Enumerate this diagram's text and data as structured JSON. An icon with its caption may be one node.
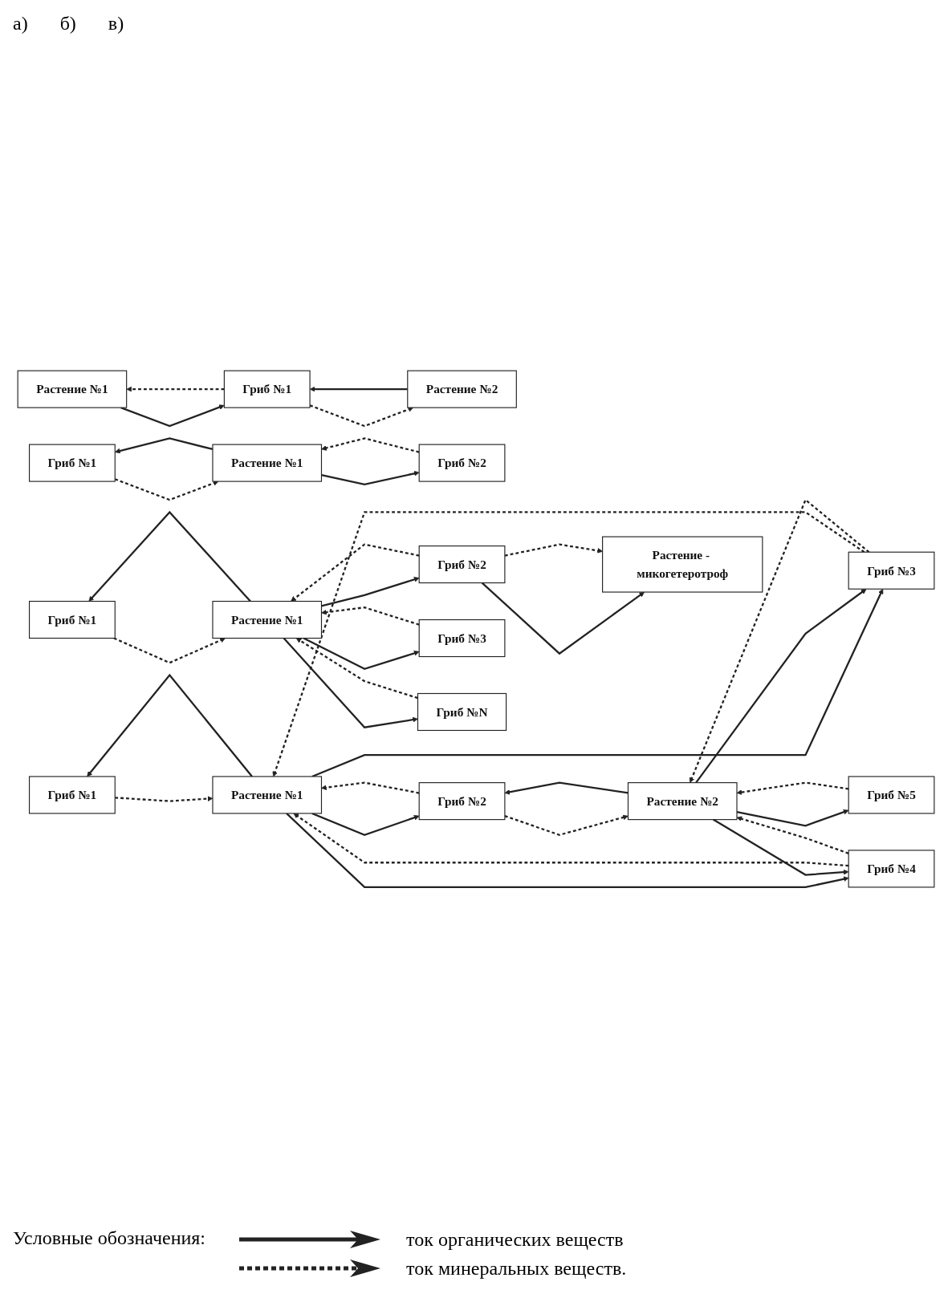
{
  "diagram": {
    "nodes": [
      {
        "text": [
          "Растение №1"
        ]
      },
      {
        "text": [
          "Гриб №1"
        ]
      },
      {
        "text": [
          "Растение №2"
        ]
      },
      {
        "text": [
          "Гриб №1"
        ]
      },
      {
        "text": [
          "Растение №1"
        ]
      },
      {
        "text": [
          "Гриб №2"
        ]
      },
      {
        "text": [
          "Гриб №1"
        ]
      },
      {
        "text": [
          "Гриб №2"
        ]
      },
      {
        "text": [
          "Растение №1"
        ]
      },
      {
        "text": [
          "Гриб №3"
        ]
      },
      {
        "text": [
          "Растение №2"
        ]
      },
      {
        "text": [
          "Гриб №4"
        ]
      },
      {
        "text": [
          "Гриб №5"
        ]
      },
      {
        "text": [
          "Гриб №1"
        ]
      },
      {
        "text": [
          "Гриб №2"
        ]
      },
      {
        "text": [
          "Растение №1"
        ]
      },
      {
        "text": [
          "Гриб №3"
        ]
      },
      {
        "text": [
          "Растение - микогетеротроф"
        ]
      },
      {
        "text": [
          "Гриб №N"
        ]
      }
    ],
    "edges": [
      {
        "from": 0,
        "to": 1,
        "arrow": "to"
      },
      {
        "from": 1,
        "to": 0,
        "arrow": "to",
        "style": "dashed"
      },
      {
        "from": 1,
        "to": 2,
        "arrow": "to",
        "style": "dashed"
      },
      {
        "from": 2,
        "to": 1,
        "arrow": "to"
      },
      {
        "from": 4,
        "to": 3,
        "arrow": "to"
      },
      {
        "from": 3,
        "to": 4,
        "arrow": "to",
        "style": "dashed"
      },
      {
        "from": 4,
        "to": 5,
        "arrow": "to"
      },
      {
        "from": 5,
        "to": 4,
        "arrow": "to",
        "style": "dashed"
      },
      {
        "from": 8,
        "to": 6,
        "arrow": "to"
      },
      {
        "from": 6,
        "to": 8,
        "arrow": "to",
        "style": "dashed"
      },
      {
        "from": 8,
        "to": 7,
        "arrow": "to"
      },
      {
        "from": 7,
        "to": 8,
        "arrow": "to",
        "style": "dashed"
      },
      {
        "from": 8,
        "to": 9,
        "arrow": "to"
      },
      {
        "from": 9,
        "to": 8,
        "arrow": "to",
        "style": "dashed"
      },
      {
        "from": 8,
        "to": 11,
        "arrow": "to"
      },
      {
        "from": 11,
        "to": 8,
        "arrow": "to",
        "style": "dashed"
      },
      {
        "from": 10,
        "to": 7,
        "arrow": "to"
      },
      {
        "from": 7,
        "to": 10,
        "arrow": "to",
        "style": "dashed"
      },
      {
        "from": 10,
        "to": 9,
        "arrow": "to"
      },
      {
        "from": 9,
        "to": 10,
        "arrow": "to",
        "style": "dashed"
      },
      {
        "from": 10,
        "to": 11,
        "arrow": "to"
      },
      {
        "from": 11,
        "to": 10,
        "arrow": "to",
        "style": "dashed"
      },
      {
        "from": 10,
        "to": 12,
        "arrow": "to"
      },
      {
        "from": 12,
        "to": 10,
        "arrow": "to",
        "style": "dashed"
      },
      {
        "from": 15,
        "to": 13,
        "arrow": "to"
      },
      {
        "from": 13,
        "to": 15,
        "arrow": "to",
        "style": "dashed"
      },
      {
        "from": 15,
        "to": 14,
        "arrow": "to"
      },
      {
        "from": 14,
        "to": 15,
        "arrow": "to",
        "style": "dashed"
      },
      {
        "from": 15,
        "to": 16,
        "arrow": "to"
      },
      {
        "from": 16,
        "to": 15,
        "arrow": "to",
        "style": "dashed"
      },
      {
        "from": 15,
        "to": 18,
        "arrow": "to"
      },
      {
        "from": 18,
        "to": 15,
        "arrow": "to",
        "style": "dashed"
      },
      {
        "from": 14,
        "to": 17,
        "arrow": "to"
      },
      {
        "from": 14,
        "to": 17,
        "arrow": "to",
        "style": "dashed"
      }
    ],
    "labels": [
      "а)",
      "б)",
      "в)",
      "Условные обозначения:"
    ],
    "legend": [
      {
        "text": "ток органических веществ"
      },
      {
        "text": "ток минеральных веществ."
      }
    ]
  }
}
